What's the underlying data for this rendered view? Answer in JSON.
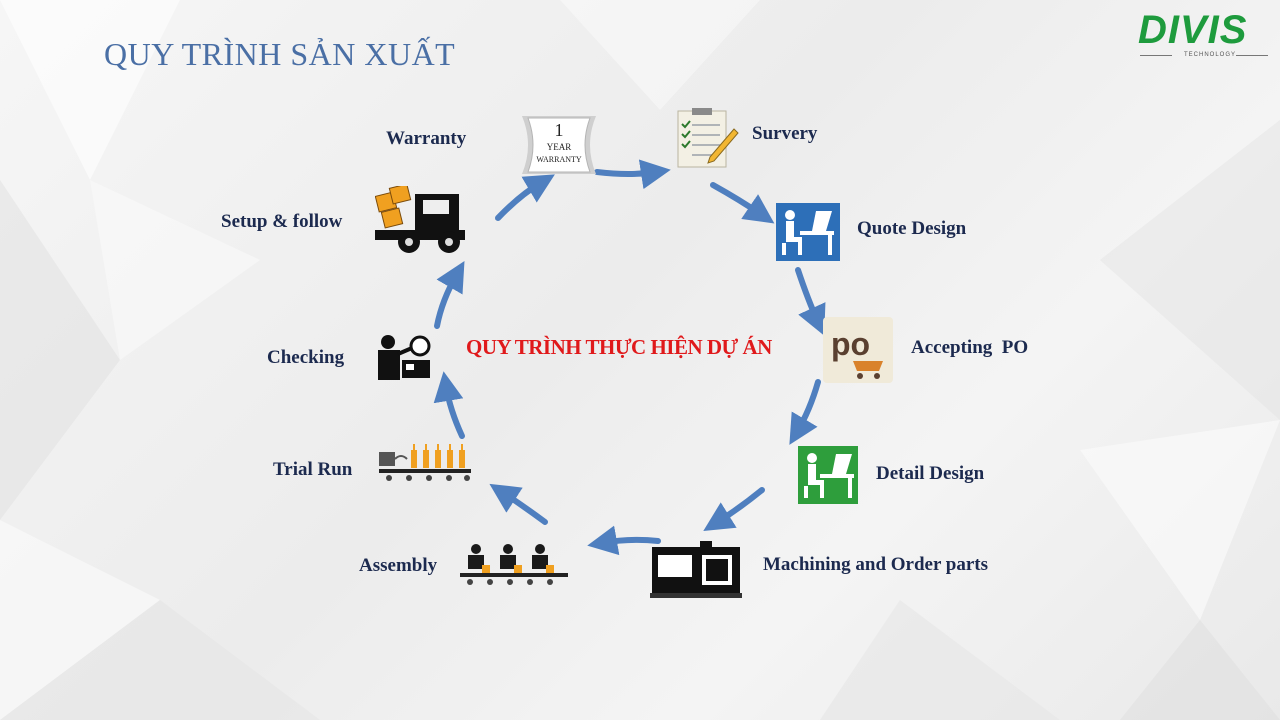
{
  "slide": {
    "title": "QUY TRÌNH SẢN XUẤT"
  },
  "logo": {
    "name": "DIVIS",
    "tagline": "TECHNOLOGY"
  },
  "diagram": {
    "center_title": "QUY TRÌNH THỰC HIỆN DỰ ÁN",
    "steps": [
      {
        "label": "Survery",
        "icon": "clipboard-pencil-icon"
      },
      {
        "label": "Quote Design",
        "icon": "designer-desk-blue-icon"
      },
      {
        "label": "Accepting  PO",
        "icon": "po-cart-icon"
      },
      {
        "label": "Detail Design",
        "icon": "designer-desk-green-icon"
      },
      {
        "label": "Machining and Order parts",
        "icon": "cnc-machine-icon"
      },
      {
        "label": "Assembly",
        "icon": "assembly-line-icon"
      },
      {
        "label": "Trial Run",
        "icon": "conveyor-bottles-icon"
      },
      {
        "label": "Checking",
        "icon": "inspector-magnifier-icon"
      },
      {
        "label": "Setup & follow",
        "icon": "forklift-truck-icon"
      },
      {
        "label": "Warranty",
        "icon": "warranty-badge-icon"
      }
    ],
    "warranty_badge": {
      "number": "1",
      "line1": "YEAR",
      "line2": "WARRANTY"
    },
    "po_badge": "po",
    "arrow_color": "#4f7fbf"
  }
}
